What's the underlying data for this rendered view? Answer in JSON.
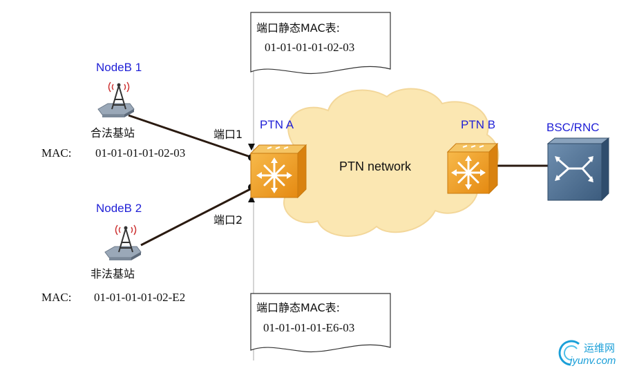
{
  "table_top": {
    "title": "端口静态MAC表:",
    "value": "01-01-01-01-02-03"
  },
  "table_bottom": {
    "title": "端口静态MAC表:",
    "value": "01-01-01-01-E6-03"
  },
  "nodeb1": {
    "name": "NodeB 1",
    "desc": "合法基站",
    "mac_label": "MAC:",
    "mac_value": "01-01-01-01-02-03"
  },
  "nodeb2": {
    "name": "NodeB 2",
    "desc": "非法基站",
    "mac_label": "MAC:",
    "mac_value": "01-01-01-01-02-E2"
  },
  "port1": "端口1",
  "port2": "端口2",
  "ptn_a": "PTN A",
  "ptn_b": "PTN B",
  "network": "PTN network",
  "bsc": "BSC/RNC",
  "watermark": {
    "cn": "运维网",
    "en": "iyunv.com"
  },
  "colors": {
    "label_blue": "#1f1fd6",
    "cloud_fill": "#fbe7b2",
    "device_orange": "#f0a021",
    "bsc_blue": "#4a6b8c",
    "watermark_blue": "#1a9fd8"
  },
  "icons": [
    "antenna-tower-icon",
    "switch-router-icon",
    "bsc-rnc-icon",
    "port-dot-icon",
    "watermark-logo-icon"
  ]
}
